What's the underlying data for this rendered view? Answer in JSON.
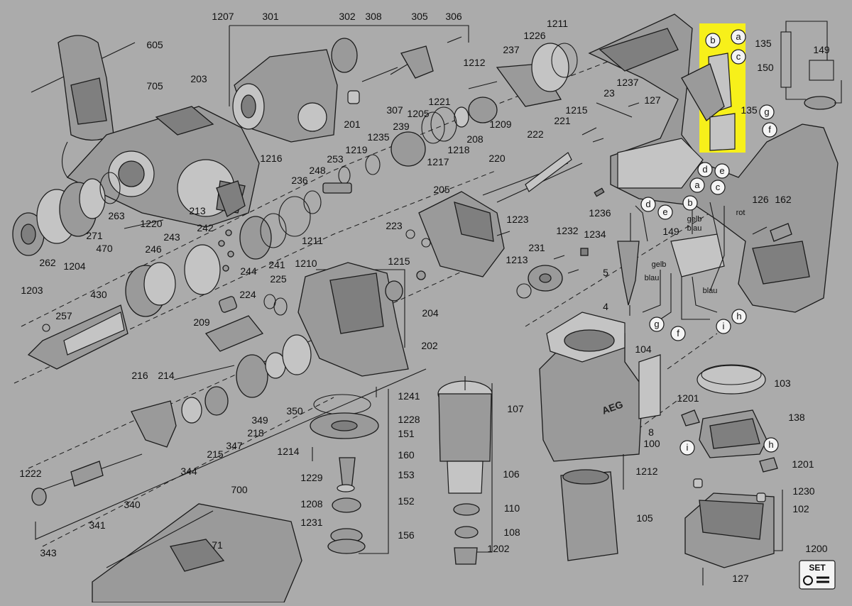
{
  "labels": {
    "p1207": "1207",
    "p301": "301",
    "p302": "302",
    "p308": "308",
    "p305": "305",
    "p306": "306",
    "p1211a": "1211",
    "p1226": "1226",
    "p237": "237",
    "p135a": "135",
    "p149a": "149",
    "p150": "150",
    "p605": "605",
    "p705": "705",
    "p203": "203",
    "p1212a": "1212",
    "p1237": "1237",
    "p23": "23",
    "p127a": "127",
    "p135b": "135",
    "p201": "201",
    "p307": "307",
    "p1221": "1221",
    "p1205": "1205",
    "p239": "239",
    "p208": "208",
    "p1209": "209",
    "p1209b": "1209",
    "p1215a": "1215",
    "p221": "221",
    "p1235": "1235",
    "p1219": "1219",
    "p1218": "1218",
    "p1217": "1217",
    "p222": "222",
    "p1216": "1216",
    "p253": "253",
    "p248": "248",
    "p236": "236",
    "p220": "220",
    "p205": "205",
    "p1236": "1236",
    "p126": "126",
    "p162": "162",
    "p263": "263",
    "p213": "213",
    "p1220": "1220",
    "p271": "271",
    "p470": "470",
    "p262": "262",
    "p1204": "1204",
    "p242": "242",
    "p243": "243",
    "p1211b": "1211",
    "p223": "223",
    "p1223": "1223",
    "p1232": "1232",
    "p1234": "1234",
    "p149b": "149",
    "p246": "246",
    "p244": "244",
    "p241": "241",
    "p1210": "1210",
    "p231": "231",
    "p1215b": "1215",
    "p1213": "1213",
    "p5": "5",
    "p1203": "1203",
    "p225": "225",
    "p430": "430",
    "p224": "224",
    "p204": "204",
    "p4": "4",
    "p257": "257",
    "p209": "209",
    "p202": "202",
    "p104": "104",
    "p216": "216",
    "p214": "214",
    "p1241": "1241",
    "p107": "107",
    "p103": "103",
    "p1201a": "1201",
    "p350": "350",
    "p1228": "1228",
    "p151": "151",
    "p138": "138",
    "p349": "349",
    "p218": "218",
    "p347": "347",
    "p8": "8",
    "p1214": "1214",
    "p160": "160",
    "p100": "100",
    "p215": "215",
    "p344": "344",
    "p1222": "1222",
    "p1229": "1229",
    "p153": "153",
    "p106": "106",
    "p1212b": "1212",
    "p1201b": "1201",
    "p700": "700",
    "p340": "340",
    "p1208": "1208",
    "p152": "152",
    "p1230": "1230",
    "p110": "110",
    "p102": "102",
    "p341": "341",
    "p1231": "1231",
    "p71": "71",
    "p156": "156",
    "p108": "108",
    "p105": "105",
    "p343": "343",
    "p1202": "1202",
    "p1200": "1200",
    "p127b": "127"
  },
  "wire_labels": {
    "gelb1": "gelb",
    "blau1": "blau",
    "rot": "rot",
    "gelb2": "gelb",
    "blau2": "blau",
    "blau3": "blau"
  },
  "connectors": {
    "b1": "b",
    "a1": "a",
    "c1": "c",
    "g1": "g",
    "f1": "f",
    "d1": "d",
    "e1": "e",
    "a2": "a",
    "c2": "c",
    "b2": "b",
    "d2": "d",
    "e2": "e",
    "h1": "h",
    "g2": "g",
    "f2": "f",
    "i1": "i",
    "i2": "i",
    "h2": "h"
  },
  "brand": "AEG",
  "set_badge": "SET",
  "colors": {
    "background": "#ababab",
    "highlight": "#f7f01a",
    "ink": "#1a1a1a"
  }
}
